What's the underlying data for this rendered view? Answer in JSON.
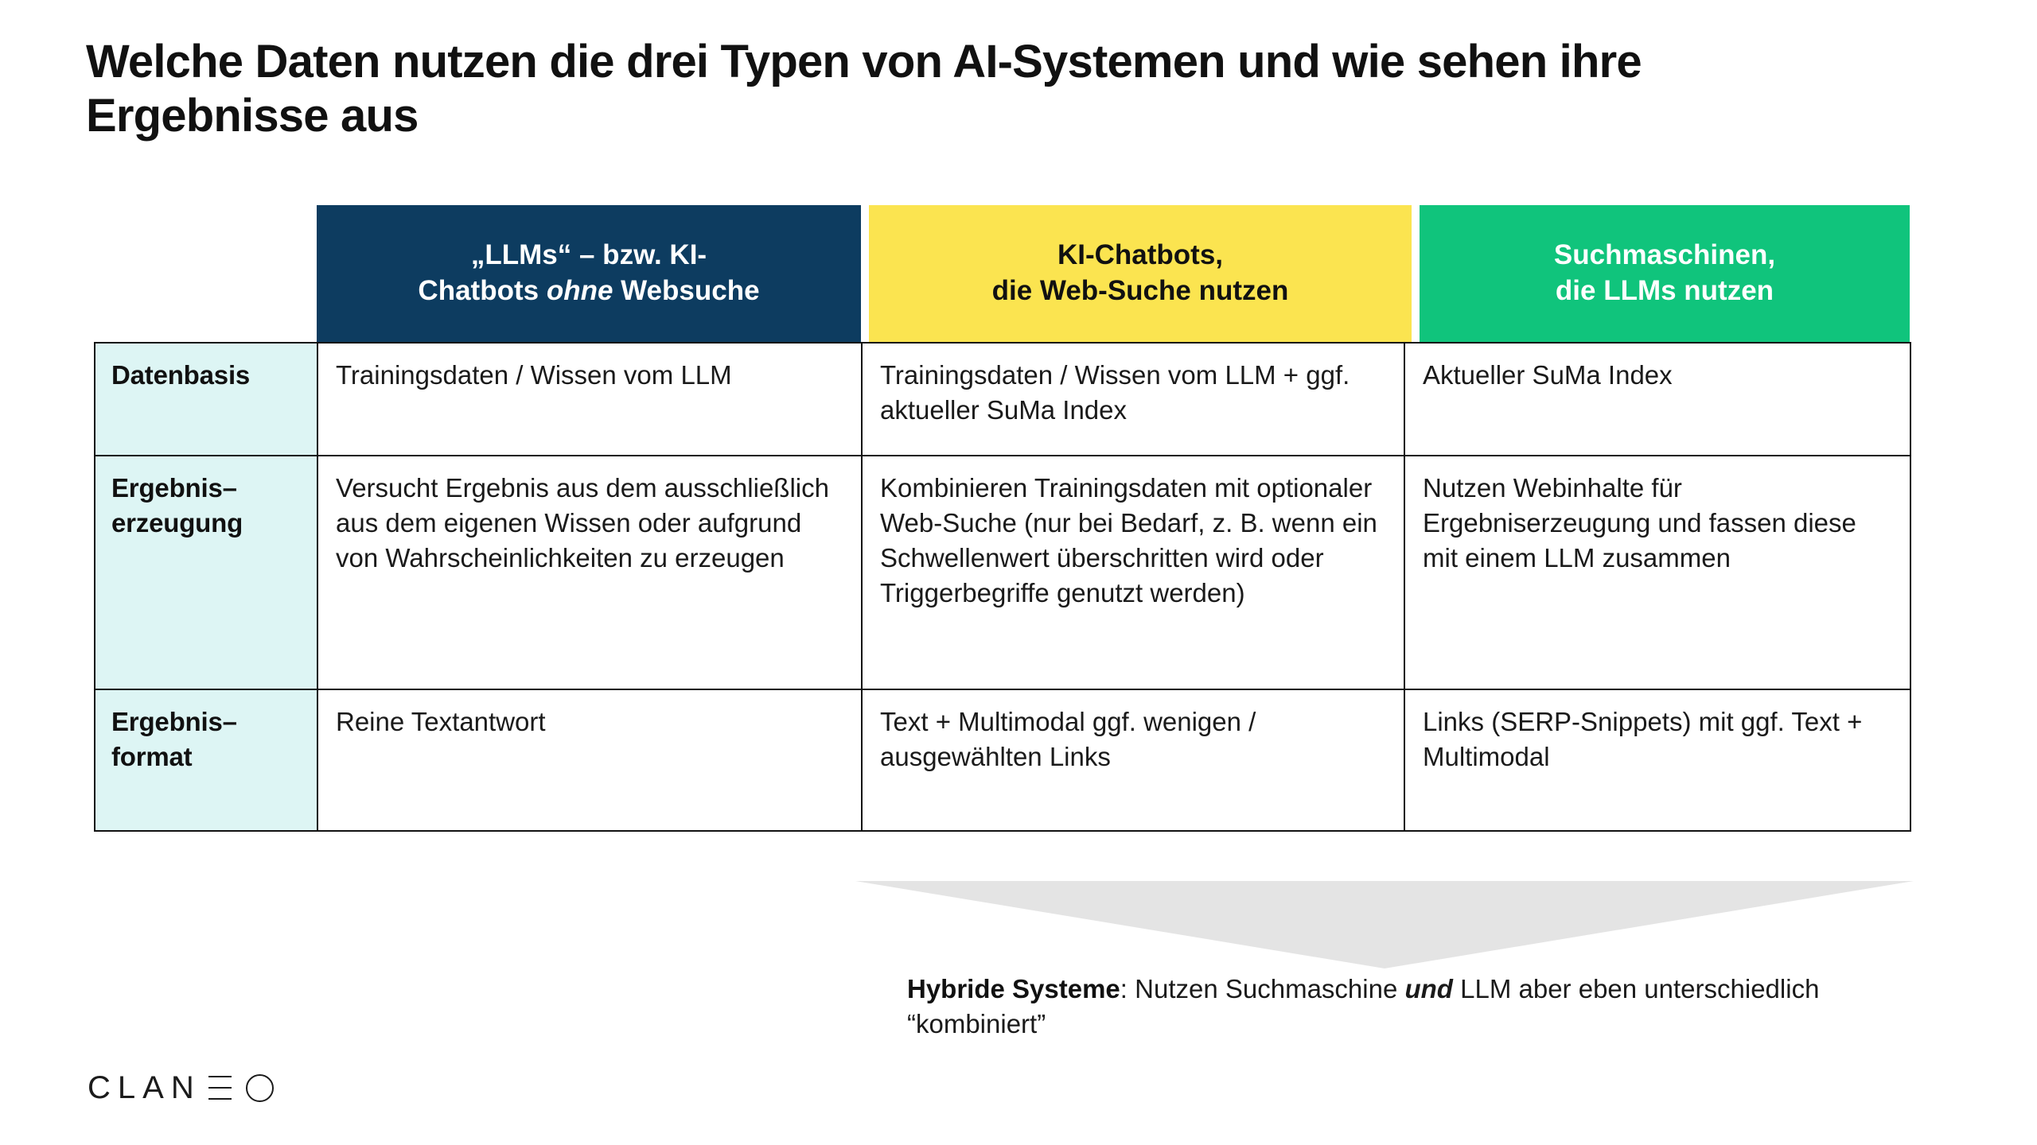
{
  "title": "Welche Daten nutzen die drei Typen von AI-Systemen und wie sehen ihre Ergebnisse aus",
  "colors": {
    "navy": "#0D3C60",
    "yellow": "#FBE450",
    "green": "#10C47C",
    "light_cyan": "#DDF5F4",
    "arrow_gray": "#E4E4E4",
    "text": "#111111"
  },
  "headers": [
    {
      "id": "llms-ohne-websuche",
      "line1": "„LLMs“ – bzw. KI-",
      "line2_pre": "Chatbots ",
      "line2_italic": "ohne",
      "line2_post": " Websuche",
      "plain": "„LLMs“ – bzw. KI-Chatbots ohne Websuche"
    },
    {
      "id": "ki-chatbots-websuche",
      "line1": "KI-Chatbots,",
      "line2": "die Web-Suche nutzen",
      "plain": "KI-Chatbots, die Web-Suche nutzen"
    },
    {
      "id": "suchmaschinen-llms",
      "line1": "Suchmaschinen,",
      "line2": "die LLMs nutzen",
      "plain": "Suchmaschinen, die LLMs nutzen"
    }
  ],
  "rows": [
    {
      "id": "datenbasis",
      "label_line1": "Datenbasis",
      "label_line2": "",
      "cells": [
        "Trainingsdaten / Wissen vom LLM",
        "Trainingsdaten / Wissen vom LLM + ggf. aktueller SuMa Index",
        "Aktueller SuMa Index"
      ]
    },
    {
      "id": "ergebniserzeugung",
      "label_line1": "Ergebnis–",
      "label_line2": "erzeugung",
      "cells": [
        "Versucht Ergebnis aus dem ausschließlich aus dem eigenen Wissen oder aufgrund von Wahrscheinlichkeiten zu erzeugen",
        "Kombinieren Trainingsdaten mit optionaler Web-Suche (nur bei Bedarf, z. B. wenn ein Schwellenwert überschritten wird oder Triggerbegriffe genutzt werden)",
        "Nutzen Webinhalte für Ergebniserzeugung und fassen diese mit einem LLM zusammen"
      ]
    },
    {
      "id": "ergebnisformat",
      "label_line1": "Ergebnis–",
      "label_line2": "format",
      "cells": [
        "Reine Textantwort",
        "Text + Multimodal ggf. wenigen / ausgewählten Links",
        "Links (SERP-Snippets) mit ggf. Text + Multimodal"
      ]
    }
  ],
  "caption": {
    "bold_lead": "Hybride Systeme",
    "mid": ": Nutzen Suchmaschine ",
    "italic": "und",
    "tail": " LLM aber eben unterschiedlich “kombiniert”",
    "plain": "Hybride Systeme: Nutzen Suchmaschine und LLM aber eben unterschiedlich “kombiniert”"
  },
  "logo": {
    "text_before": "CLAN",
    "glyph": "xi-e-glyph",
    "text_after": "O",
    "full": "CLANEO"
  }
}
